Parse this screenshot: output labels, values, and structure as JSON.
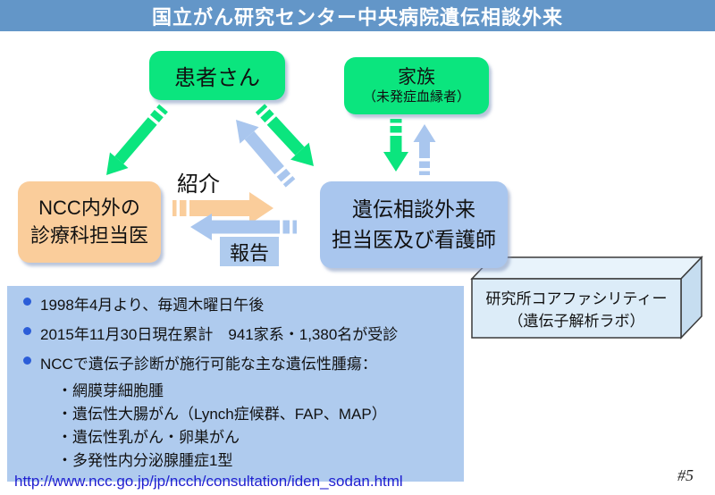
{
  "slide": {
    "title": "国立がん研究センター中央病院遺伝相談外来",
    "page_number": "#5"
  },
  "diagram": {
    "patient_box": "患者さん",
    "family_box_line1": "家族",
    "family_box_line2": "（未発症血縁者）",
    "ncc_box_line1": "NCC内外の",
    "ncc_box_line2": "診療科担当医",
    "clinic_box_line1": "遺伝相談外来",
    "clinic_box_line2": "担当医及び看護師",
    "referral_label": "紹介",
    "report_label": "報告",
    "core_facility_line1": "研究所コアファシリティー",
    "core_facility_line2": "（遺伝子解析ラボ）"
  },
  "info_panel": {
    "bullets": [
      "1998年4月より、毎週木曜日午後",
      "2015年11月30日現在累計　941家系・1,380名が受診",
      "NCCで遺伝子診断が施行可能な主な遺伝性腫瘍："
    ],
    "sub_items": [
      "・網膜芽細胞腫",
      "・遺伝性大腸がん（Lynch症候群、FAP、MAP）",
      "・遺伝性乳がん・卵巣がん",
      "・多発性内分泌腺腫症1型"
    ],
    "url": "http://www.ncc.go.jp/jp/ncch/consultation/iden_sodan.html"
  },
  "colors": {
    "header_bar": "#6396C8",
    "green_box": "#0BE57E",
    "orange_box": "#FACD9B",
    "blue_box": "#A9C6EE",
    "panel_bg": "#AFCBEE",
    "bullet_dot": "#2B5DD8",
    "url_text": "#1F1FD0",
    "green_arrow": "#0BE57E",
    "blue_arrow": "#A9C6EE",
    "orange_arrow": "#FACD9B",
    "cube_front": "#DCECF8",
    "cube_top": "#E8F3FB",
    "cube_side": "#C6DDF0"
  }
}
